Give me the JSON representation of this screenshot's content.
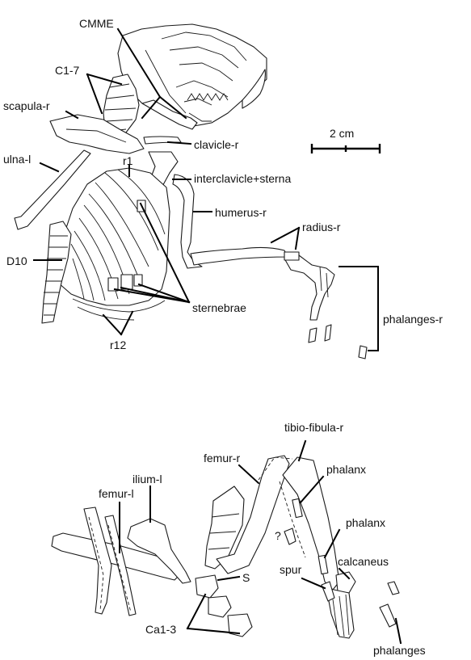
{
  "scale_bar": {
    "label": "2 cm"
  },
  "labels": {
    "cmme": "CMME",
    "c1_7": "C1-7",
    "scapula_r": "scapula-r",
    "clavicle_r": "clavicle-r",
    "ulna_l": "ulna-l",
    "r1": "r1",
    "interclavicle_sterna": "interclavicle+sterna",
    "humerus_r": "humerus-r",
    "radius_r": "radius-r",
    "d10": "D10",
    "sternebrae": "sternebrae",
    "phalanges_r": "phalanges-r",
    "r12": "r12",
    "tibio_fibula_r": "tibio-fibula-r",
    "femur_r": "femur-r",
    "ilium_l": "ilium-l",
    "phalanx_upper": "phalanx",
    "femur_l": "femur-l",
    "question": "?",
    "phalanx_lower": "phalanx",
    "s": "S",
    "spur": "spur",
    "calcaneus": "calcaneus",
    "ca1_3": "Ca1-3",
    "phalanges": "phalanges"
  }
}
